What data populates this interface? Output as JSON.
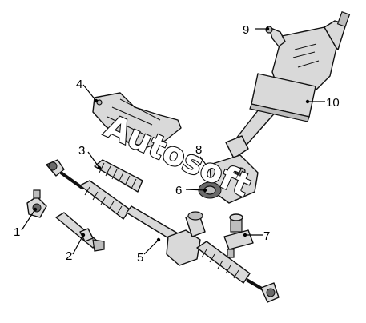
{
  "diagram": {
    "watermark": "Autosoft",
    "callouts": [
      {
        "id": "1",
        "label": "1"
      },
      {
        "id": "2",
        "label": "2"
      },
      {
        "id": "3",
        "label": "3"
      },
      {
        "id": "4",
        "label": "4"
      },
      {
        "id": "5",
        "label": "5"
      },
      {
        "id": "6",
        "label": "6"
      },
      {
        "id": "7",
        "label": "7"
      },
      {
        "id": "8",
        "label": "8"
      },
      {
        "id": "9",
        "label": "9"
      },
      {
        "id": "10",
        "label": "10"
      }
    ]
  }
}
